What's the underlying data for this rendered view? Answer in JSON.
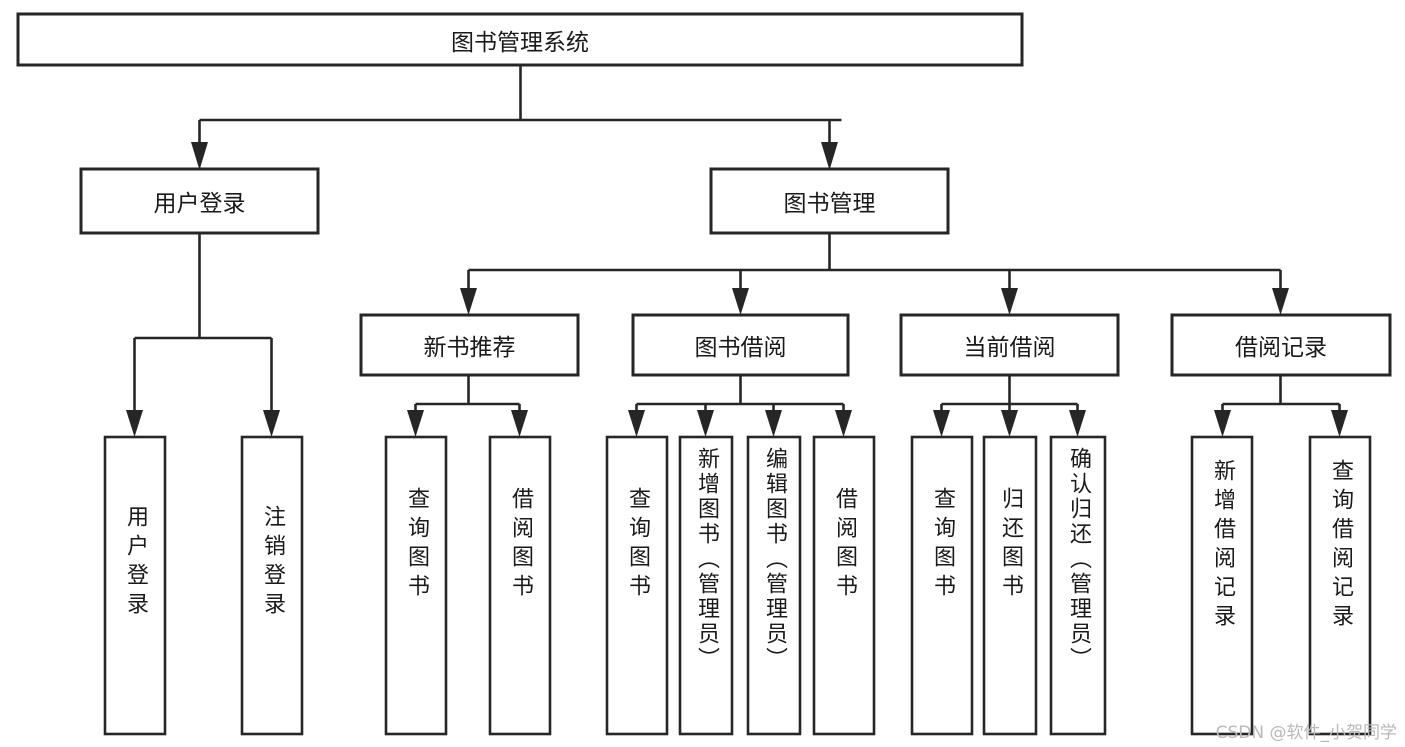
{
  "diagram": {
    "type": "tree-hierarchy",
    "title": "图书管理系统",
    "root": {
      "id": "root",
      "label": "图书管理系统"
    },
    "level1": [
      {
        "id": "user-login",
        "label": "用户登录"
      },
      {
        "id": "book-management",
        "label": "图书管理"
      }
    ],
    "level2": [
      {
        "id": "new-book-recommend",
        "label": "新书推荐",
        "parent": "book-management"
      },
      {
        "id": "book-borrow",
        "label": "图书借阅",
        "parent": "book-management"
      },
      {
        "id": "current-borrow",
        "label": "当前借阅",
        "parent": "book-management"
      },
      {
        "id": "borrow-record",
        "label": "借阅记录",
        "parent": "book-management"
      }
    ],
    "leaves": [
      {
        "id": "leaf-user-login",
        "label": "用户登录",
        "parent": "user-login"
      },
      {
        "id": "leaf-logout",
        "label": "注销登录",
        "parent": "user-login"
      },
      {
        "id": "leaf-query-book-1",
        "label": "查询图书",
        "parent": "new-book-recommend"
      },
      {
        "id": "leaf-borrow-book-1",
        "label": "借阅图书",
        "parent": "new-book-recommend"
      },
      {
        "id": "leaf-query-book-2",
        "label": "查询图书",
        "parent": "book-borrow"
      },
      {
        "id": "leaf-add-book",
        "label": "新增图书（管理员）",
        "parent": "book-borrow"
      },
      {
        "id": "leaf-edit-book",
        "label": "编辑图书（管理员）",
        "parent": "book-borrow"
      },
      {
        "id": "leaf-borrow-book-2",
        "label": "借阅图书",
        "parent": "book-borrow"
      },
      {
        "id": "leaf-query-book-3",
        "label": "查询图书",
        "parent": "current-borrow"
      },
      {
        "id": "leaf-return-book",
        "label": "归还图书",
        "parent": "current-borrow"
      },
      {
        "id": "leaf-confirm-return",
        "label": "确认归还（管理员）",
        "parent": "current-borrow"
      },
      {
        "id": "leaf-add-record",
        "label": "新增借阅记录",
        "parent": "borrow-record"
      },
      {
        "id": "leaf-query-record",
        "label": "查询借阅记录",
        "parent": "borrow-record"
      }
    ]
  },
  "watermark": {
    "text": "CSDN @软件_小贺同学"
  },
  "colors": {
    "stroke": "#262626",
    "box_fill": "#ffffff",
    "text": "#1a1a1a",
    "watermark": "#b9b9b9",
    "background": "#ffffff"
  }
}
